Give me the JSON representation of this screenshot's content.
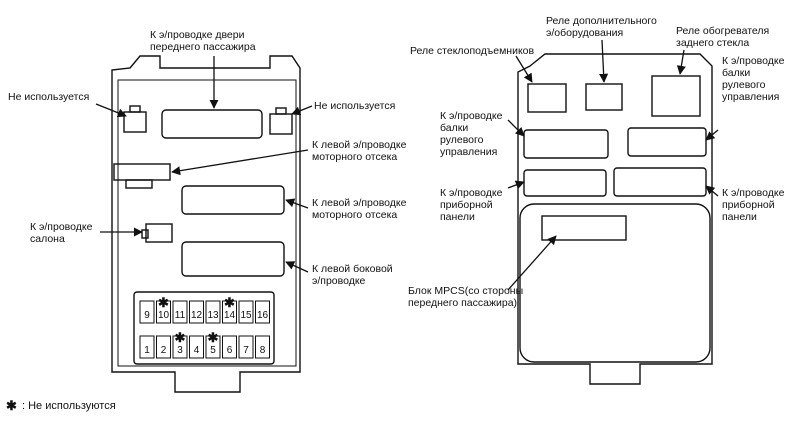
{
  "left_box": {
    "labels": {
      "passenger_door": [
        "К э/проводке двери",
        "переднего пассажира"
      ],
      "not_used_left": [
        "Не используется"
      ],
      "not_used_right": [
        "Не используется"
      ],
      "engine_left_1": [
        "К левой э/проводке",
        "моторного отсека"
      ],
      "engine_left_2": [
        "К левой э/проводке",
        "моторного отсека"
      ],
      "salon": [
        "К э/проводке",
        "салона"
      ],
      "side_left": [
        "К левой боковой",
        "э/проводке"
      ]
    },
    "fuses_top": [
      {
        "n": "9",
        "unused": false
      },
      {
        "n": "10",
        "unused": true
      },
      {
        "n": "11",
        "unused": false
      },
      {
        "n": "12",
        "unused": false
      },
      {
        "n": "13",
        "unused": false
      },
      {
        "n": "14",
        "unused": true
      },
      {
        "n": "15",
        "unused": false
      },
      {
        "n": "16",
        "unused": false
      }
    ],
    "fuses_bottom": [
      {
        "n": "1",
        "unused": false
      },
      {
        "n": "2",
        "unused": false
      },
      {
        "n": "3",
        "unused": true
      },
      {
        "n": "4",
        "unused": false
      },
      {
        "n": "5",
        "unused": true
      },
      {
        "n": "6",
        "unused": false
      },
      {
        "n": "7",
        "unused": false
      },
      {
        "n": "8",
        "unused": false
      }
    ]
  },
  "right_box": {
    "labels": {
      "window_relay": [
        "Реле стеклоподъемников"
      ],
      "aux_relay": [
        "Реле дополнительного",
        "э/оборудования"
      ],
      "defroster_relay": [
        "Реле обогревателя",
        "заднего стекла"
      ],
      "steering_right": [
        "К э/проводке",
        "балки",
        "рулевого",
        "управления"
      ],
      "steering_left": [
        "К э/проводке",
        "балки",
        "рулевого",
        "управления"
      ],
      "dash_left": [
        "К э/проводке",
        "приборной",
        "панели"
      ],
      "dash_right": [
        "К э/проводке",
        "приборной",
        "панели"
      ],
      "mpcs": [
        "Блок MPCS(со стороны",
        "переднего пассажира)"
      ]
    }
  },
  "footnote": {
    "symbol": "✱",
    "text": ": Не используются"
  },
  "star_symbol": "✱"
}
